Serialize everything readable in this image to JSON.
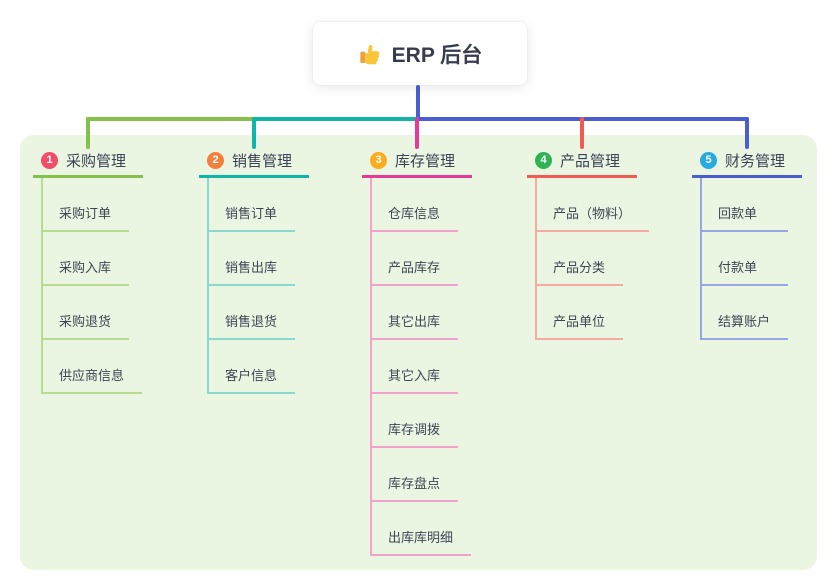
{
  "root": {
    "title": "ERP 后台",
    "icon": "thumbs-up-icon",
    "icon_colors": {
      "hand": "#fac536",
      "cuff": "#e8a33d"
    }
  },
  "colors": {
    "canvas_bg": "#ffffff",
    "panel_bg": "#eaf6e2",
    "root_line": "#4a5ed2",
    "header_text": "#3c4254",
    "item_text": "#3f4554"
  },
  "branches": [
    {
      "number": "1",
      "label": "采购管理",
      "badge_color": "#ef4d68",
      "line_color": "#85c04b",
      "light_color": "#b7dc90",
      "items": [
        "采购订单",
        "采购入库",
        "采购退货",
        "供应商信息"
      ]
    },
    {
      "number": "2",
      "label": "销售管理",
      "badge_color": "#f47f3d",
      "line_color": "#0fb5a8",
      "light_color": "#8cd8cf",
      "items": [
        "销售订单",
        "销售出库",
        "销售退货",
        "客户信息"
      ]
    },
    {
      "number": "3",
      "label": "库存管理",
      "badge_color": "#fbad1e",
      "line_color": "#e53a9a",
      "light_color": "#f2a3cb",
      "items": [
        "仓库信息",
        "产品库存",
        "其它出库",
        "其它入库",
        "库存调拨",
        "库存盘点",
        "出库库明细"
      ]
    },
    {
      "number": "4",
      "label": "产品管理",
      "badge_color": "#2fb254",
      "line_color": "#f25b52",
      "light_color": "#f6aaa2",
      "items": [
        "产品（物料）",
        "产品分类",
        "产品单位"
      ]
    },
    {
      "number": "5",
      "label": "财务管理",
      "badge_color": "#27a9e1",
      "line_color": "#4a5ed2",
      "light_color": "#97a6e2",
      "items": [
        "回款单",
        "付款单",
        "结算账户"
      ]
    }
  ]
}
